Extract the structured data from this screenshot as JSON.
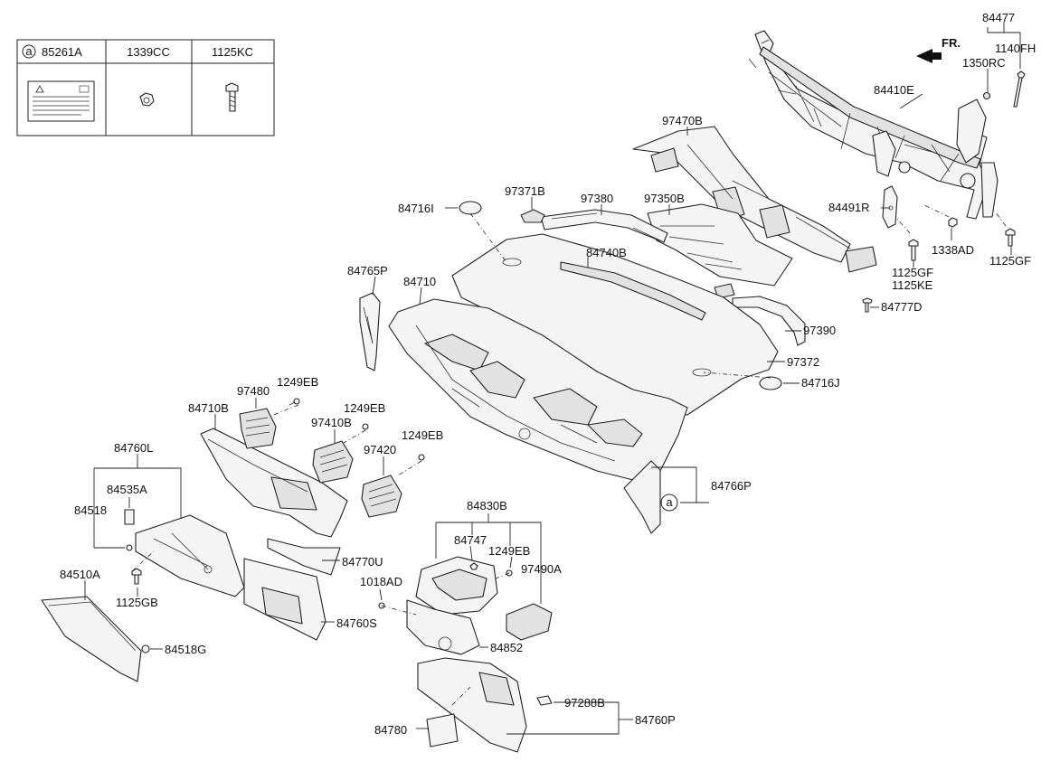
{
  "direction_label": "FR.",
  "legend": {
    "ref_letter": "a",
    "columns": [
      "85261A",
      "1339CC",
      "1125KC"
    ]
  },
  "labels": {
    "p84477": "84477",
    "p1140FH": "1140FH",
    "p1350RC": "1350RC",
    "p84410E": "84410E",
    "p97470B": "97470B",
    "p97371B": "97371B",
    "p97380": "97380",
    "p97350B": "97350B",
    "p84716I": "84716I",
    "p84491R": "84491R",
    "p1338AD": "1338AD",
    "p1125GF_a": "1125GF",
    "p1125KE": "1125KE",
    "p1125GF_b": "1125GF",
    "p84740B": "84740B",
    "p84765P": "84765P",
    "p84710": "84710",
    "p84777D": "84777D",
    "p97390": "97390",
    "p97372": "97372",
    "p84716J": "84716J",
    "p97480": "97480",
    "p1249EB_a": "1249EB",
    "p84710B": "84710B",
    "p1249EB_b": "1249EB",
    "p97410B": "97410B",
    "p1249EB_c": "1249EB",
    "p97420": "97420",
    "p84766P": "84766P",
    "p84760L": "84760L",
    "p84535A": "84535A",
    "p84518": "84518",
    "p84830B": "84830B",
    "p84747": "84747",
    "p1249EB_d": "1249EB",
    "p97490A": "97490A",
    "p84770U": "84770U",
    "p1018AD": "1018AD",
    "p84510A": "84510A",
    "p1125GB": "1125GB",
    "p84760S": "84760S",
    "p84852": "84852",
    "p84518G": "84518G",
    "p97288B": "97288B",
    "p84760P": "84760P",
    "p84780": "84780",
    "ref_a": "a"
  }
}
